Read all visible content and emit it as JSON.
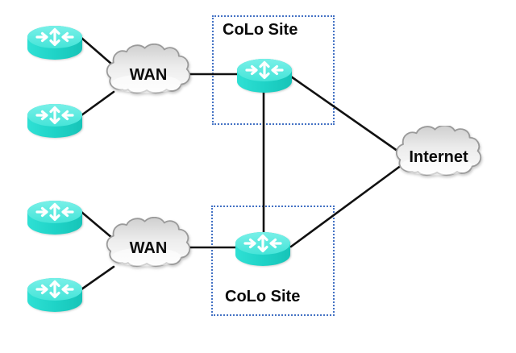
{
  "title": "Dual CoLo site WAN network topology diagram",
  "labels": {
    "colo_site_top": "CoLo Site",
    "colo_site_bottom": "CoLo Site",
    "wan_top": "WAN",
    "wan_bottom": "WAN",
    "internet": "Internet"
  },
  "colors": {
    "link_line": "#111111",
    "site_box_border": "#4472c4",
    "router_top": "#5ae9df",
    "router_body": "#1fd3c7",
    "cloud_fill_top": "#d3d3d3",
    "cloud_fill_bottom": "#fdfdfd",
    "cloud_border": "#9a9a9a",
    "label_text": "#0b0b0b",
    "background": "#ffffff"
  },
  "nodes": [
    {
      "id": "branch-router-1",
      "type": "router-icon"
    },
    {
      "id": "branch-router-2",
      "type": "router-icon"
    },
    {
      "id": "branch-router-3",
      "type": "router-icon"
    },
    {
      "id": "branch-router-4",
      "type": "router-icon"
    },
    {
      "id": "wan-cloud-top",
      "type": "cloud",
      "label": "WAN"
    },
    {
      "id": "wan-cloud-bottom",
      "type": "cloud",
      "label": "WAN"
    },
    {
      "id": "colo-site-box-top",
      "type": "site-box",
      "label": "CoLo Site"
    },
    {
      "id": "colo-site-box-bottom",
      "type": "site-box",
      "label": "CoLo Site"
    },
    {
      "id": "colo-router-top",
      "type": "router-icon"
    },
    {
      "id": "colo-router-bottom",
      "type": "router-icon"
    },
    {
      "id": "internet-cloud",
      "type": "cloud",
      "label": "Internet"
    }
  ],
  "links": [
    {
      "from": "branch-router-1",
      "to": "wan-cloud-top"
    },
    {
      "from": "branch-router-2",
      "to": "wan-cloud-top"
    },
    {
      "from": "wan-cloud-top",
      "to": "colo-router-top"
    },
    {
      "from": "colo-router-top",
      "to": "colo-router-bottom"
    },
    {
      "from": "colo-router-top",
      "to": "internet-cloud"
    },
    {
      "from": "colo-router-bottom",
      "to": "internet-cloud"
    },
    {
      "from": "wan-cloud-bottom",
      "to": "colo-router-bottom"
    },
    {
      "from": "branch-router-3",
      "to": "wan-cloud-bottom"
    },
    {
      "from": "branch-router-4",
      "to": "wan-cloud-bottom"
    }
  ]
}
